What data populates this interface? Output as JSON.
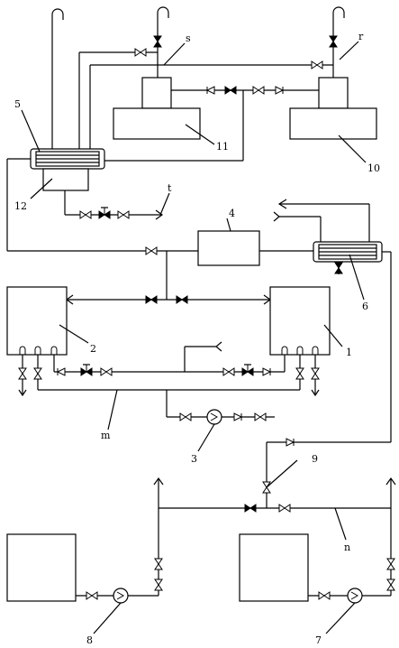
{
  "labels": {
    "n1": "1",
    "n2": "2",
    "n3": "3",
    "n4": "4",
    "n5": "5",
    "n6": "6",
    "n7": "7",
    "n8": "8",
    "n9": "9",
    "n10": "10",
    "n11": "11",
    "n12": "12",
    "s": "s",
    "r": "r",
    "t": "t",
    "m": "m",
    "n": "n"
  }
}
